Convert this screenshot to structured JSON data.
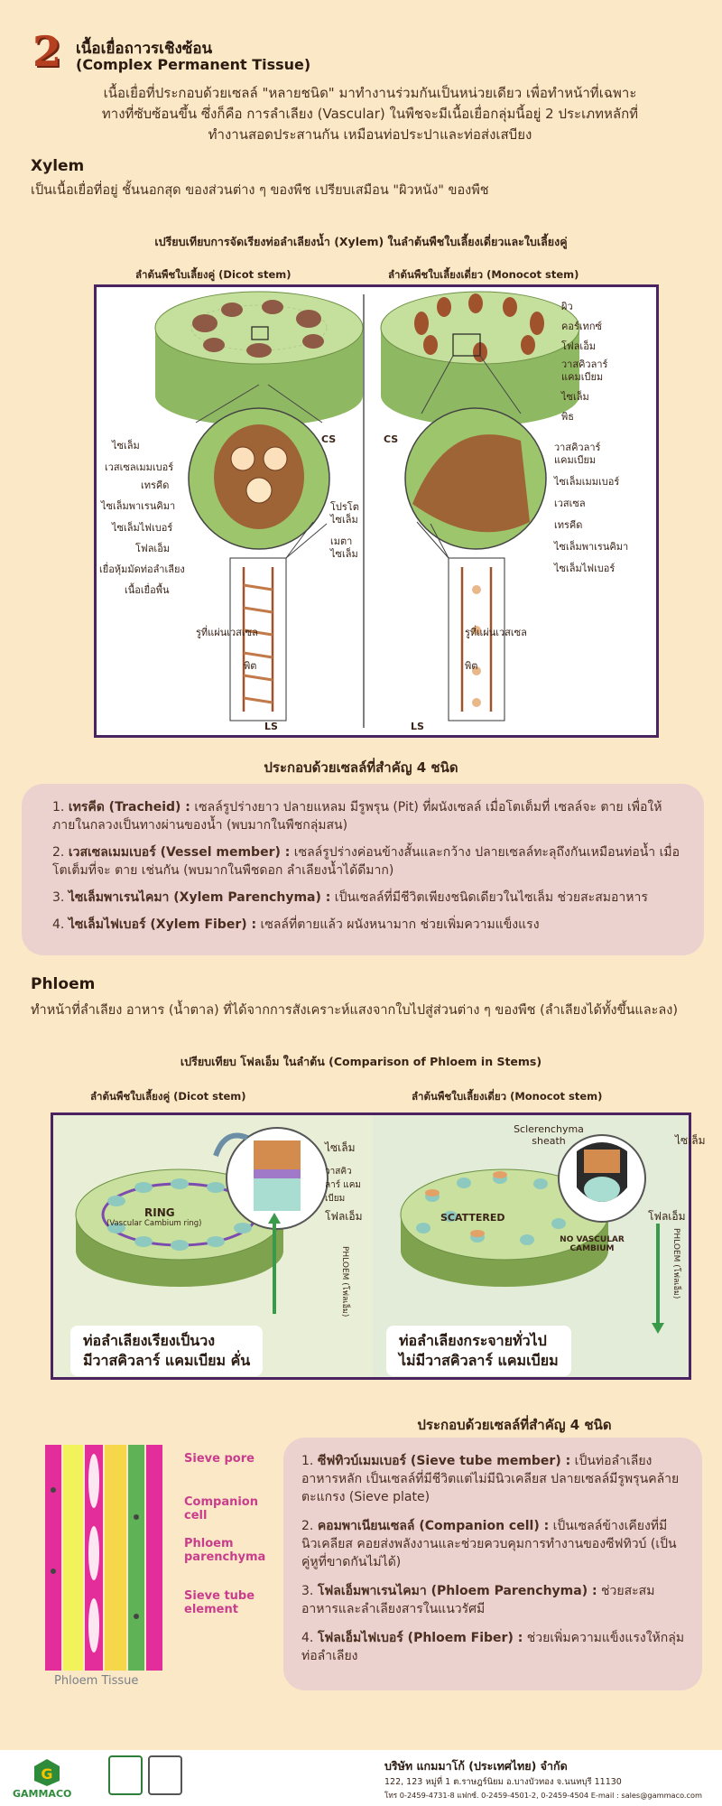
{
  "header": {
    "number": "2",
    "title_th": "เนื้อเยื่อถาวรเชิงซ้อน",
    "title_en": "(Complex Permanent Tissue)",
    "intro_lines": [
      "เนื้อเยื่อที่ประกอบด้วยเซลล์ \"หลายชนิด\" มาทำงานร่วมกันเป็นหน่วยเดียว เพื่อทำหน้าที่เฉพาะ",
      "ทางที่ซับซ้อนขึ้น ซึ่งก็คือ การลำเลียง (Vascular) ในพืชจะมีเนื้อเยื่อกลุ่มนี้อยู่ 2 ประเภทหลักที่",
      "ทำงานสอดประสานกัน เหมือนท่อประปาและท่อส่งเสบียง"
    ]
  },
  "xylem": {
    "heading": "Xylem",
    "description": "เป็นเนื้อเยื่อที่อยู่ ชั้นนอกสุด ของส่วนต่าง ๆ ของพืช เปรียบเสมือน \"ผิวหนัง\" ของพืช",
    "figure_title": "เปรียบเทียบการจัดเรียงท่อลำเลียงน้ำ (Xylem) ในลำต้นพืชใบเลี้ยงเดี่ยวและใบเลี้ยงคู่",
    "dicot_label": "ลำต้นพืชใบเลี้ยงคู่ (Dicot stem)",
    "monocot_label": "ลำต้นพืชใบเลี้ยงเดี่ยว (Monocot stem)",
    "dicot_labels": [
      "ไซเล็ม",
      "เวสเซลเมมเบอร์",
      "เทรคีด",
      "ไซเล็มพาเรนคิมา",
      "ไซเล็มไฟเบอร์",
      "โฟลเอ็ม",
      "เยื่อหุ้มมัดท่อลำเลียง",
      "เนื้อเยื่อพื้น"
    ],
    "dicot_right_labels": [
      "โปรโต",
      "ไซเล็ม",
      "เมตา",
      "ไซเล็ม"
    ],
    "monocot_labels": [
      "ผิว",
      "คอร์เทกซ์",
      "โฟลเอ็ม",
      "วาสคิวลาร์",
      "แคมเบียม",
      "ไซเล็ม",
      "พิธ"
    ],
    "monocot_lower_labels": [
      "วาสคิวลาร์",
      "แคมเบียม",
      "ไซเล็มเมมเบอร์",
      "เวสเซล",
      "เทรคีด",
      "ไซเล็มพาเรนคิมา",
      "ไซเล็มไฟเบอร์"
    ],
    "cs": "CS",
    "ls": "LS",
    "pit_pore": "รูที่แผ่นเวสเซล",
    "pit": "พิต",
    "cells_heading": "ประกอบด้วยเซลล์ที่สำคัญ 4 ชนิด",
    "cells": [
      {
        "num": "1.",
        "name": "เทรคีด (Tracheid) :",
        "text": " เซลล์รูปร่างยาว ปลายแหลม มีรูพรุน (Pit) ที่ผนังเซลล์ เมื่อโตเต็มที่ เซลล์จะ ตาย เพื่อให้ภายในกลวงเป็นทางผ่านของน้ำ (พบมากในพืชกลุ่มสน)"
      },
      {
        "num": "2.",
        "name": "เวสเซลเมมเบอร์ (Vessel member) :",
        "text": " เซลล์รูปร่างค่อนข้างสั้นและกว้าง ปลายเซลล์ทะลุถึงกันเหมือนท่อน้ำ เมื่อโตเต็มที่จะ ตาย เช่นกัน (พบมากในพืชดอก ลำเลียงน้ำได้ดีมาก)"
      },
      {
        "num": "3.",
        "name": "ไซเล็มพาเรนไคมา (Xylem Parenchyma) :",
        "text": " เป็นเซลล์ที่มีชีวิตเพียงชนิดเดียวในไซเล็ม ช่วยสะสมอาหาร"
      },
      {
        "num": "4.",
        "name": "ไซเล็มไฟเบอร์ (Xylem Fiber) :",
        "text": " เซลล์ที่ตายแล้ว ผนังหนามาก ช่วยเพิ่มความแข็งแรง"
      }
    ]
  },
  "phloem": {
    "heading": "Phloem",
    "description": "ทำหน้าที่ลำเลียง อาหาร (น้ำตาล) ที่ได้จากการสังเคราะห์แสงจากใบไปสู่ส่วนต่าง ๆ ของพืช (ลำเลียงได้ทั้งขึ้นและลง)",
    "figure_title": "เปรียบเทียบ โฟลเอ็ม ในลำต้น (Comparison of Phloem in Stems)",
    "dicot_label": "ลำต้นพืชใบเลี้ยงคู่ (Dicot stem)",
    "monocot_label": "ลำต้นพืชใบเลี้ยงเดี่ยว (Monocot stem)",
    "ring": "RING",
    "ring_sub": "(Vascular Cambium ring)",
    "scattered": "SCATTERED",
    "no_cambium": "NO VASCULAR CAMBIUM",
    "sclerenchyma": "Sclerenchyma sheath",
    "xylem_tag": "ไซเล็ม",
    "cambium_tag": "วาสคิวลาร์ แคมเบียม",
    "phloem_tag": "โฟลเอ็ม",
    "arrow_label": "PHLOEM (โฟลเอ็ม)",
    "dicot_caption": [
      "ท่อลำเลียงเรียงเป็นวง",
      "มีวาสคิวลาร์ แคมเบียม คั่น"
    ],
    "monocot_caption": [
      "ท่อลำเลียงกระจายทั่วไป",
      "ไม่มีวาสคิวลาร์ แคมเบียม"
    ],
    "cells_heading": "ประกอบด้วยเซลล์ที่สำคัญ 4 ชนิด",
    "tissue_labels": [
      "Sieve pore",
      "Companion cell",
      "Phloem parenchyma",
      "Sieve tube element"
    ],
    "tissue_caption": "Phloem Tissue",
    "cells": [
      {
        "num": "1.",
        "name": "ซีฟทิวบ์เมมเบอร์ (Sieve tube member) :",
        "text": " เป็นท่อลำเลียงอาหารหลัก เป็นเซลล์ที่มีชีวิตแต่ไม่มีนิวเคลียส ปลายเซลล์มีรูพรุนคล้ายตะแกรง (Sieve plate)"
      },
      {
        "num": "2.",
        "name": "คอมพาเนียนเซลล์ (Companion cell) :",
        "text": " เป็นเซลล์ข้างเคียงที่มีนิวเคลียส คอยส่งพลังงานและช่วยควบคุมการทำงานของซีฟทิวบ์ (เป็นคู่หูที่ขาดกันไม่ได้)"
      },
      {
        "num": "3.",
        "name": "โฟลเอ็มพาเรนไคมา (Phloem Parenchyma) :",
        "text": " ช่วยสะสมอาหารและลำเลียงสารในแนวรัศมี"
      },
      {
        "num": "4.",
        "name": "โฟลเอ็มไฟเบอร์ (Phloem Fiber) :",
        "text": " ช่วยเพิ่มความแข็งแรงให้กลุ่มท่อลำเลียง"
      }
    ]
  },
  "footer": {
    "brand": "GAMMACO",
    "company": "บริษัท แกมมาโก้ (ประเทศไทย) จำกัด",
    "address": "122, 123 หมู่ที่ 1 ต.ราษฎร์นิยม อ.บางบัวทอง จ.นนทบุรี 11130",
    "contact": "โทร 0-2459-4731-8 แฟกซ์. 0-2459-4501-2, 0-2459-4504 E-mail : sales@gammaco.com"
  },
  "colors": {
    "background": "#fbe8c6",
    "frame": "#4a2360",
    "list_box": "#ecd2cf",
    "stem_green": "#b9d98a",
    "xylem_brown": "#a25a2c"
  }
}
